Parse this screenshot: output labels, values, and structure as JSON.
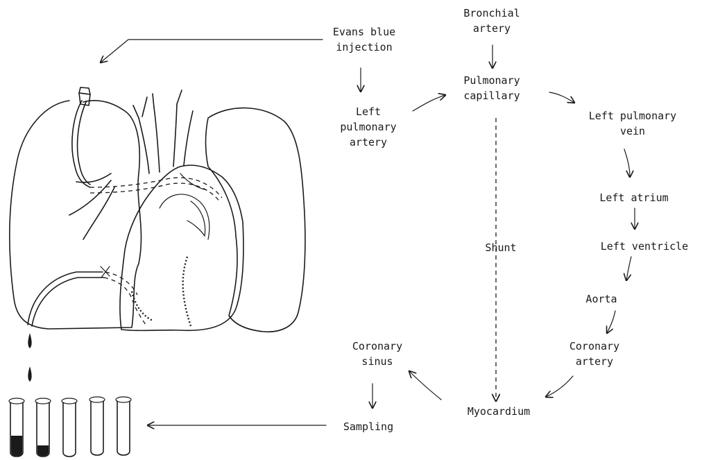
{
  "labels": {
    "evans_blue_injection": [
      "Evans blue",
      "injection"
    ],
    "bronchial_artery": [
      "Bronchial",
      "artery"
    ],
    "left_pulmonary_artery": [
      "Left",
      "pulmonary",
      "artery"
    ],
    "pulmonary_capillary": [
      "Pulmonary",
      "capillary"
    ],
    "left_pulmonary_vein": [
      "Left pulmonary",
      "vein"
    ],
    "left_atrium": [
      "Left atrium"
    ],
    "left_ventricle": [
      "Left ventricle"
    ],
    "shunt": [
      "Shunt"
    ],
    "aorta": [
      "Aorta"
    ],
    "coronary_artery": [
      "Coronary",
      "artery"
    ],
    "coronary_sinus": [
      "Coronary",
      "sinus"
    ],
    "myocardium": [
      "Myocardium"
    ],
    "sampling": [
      "Sampling"
    ]
  },
  "colors": {
    "ink": "#1a1a1a",
    "background": "#ffffff"
  },
  "icons": [
    "lungs-heart-illustration",
    "catheter-icon",
    "blood-drop-icon",
    "test-tube-icon"
  ]
}
